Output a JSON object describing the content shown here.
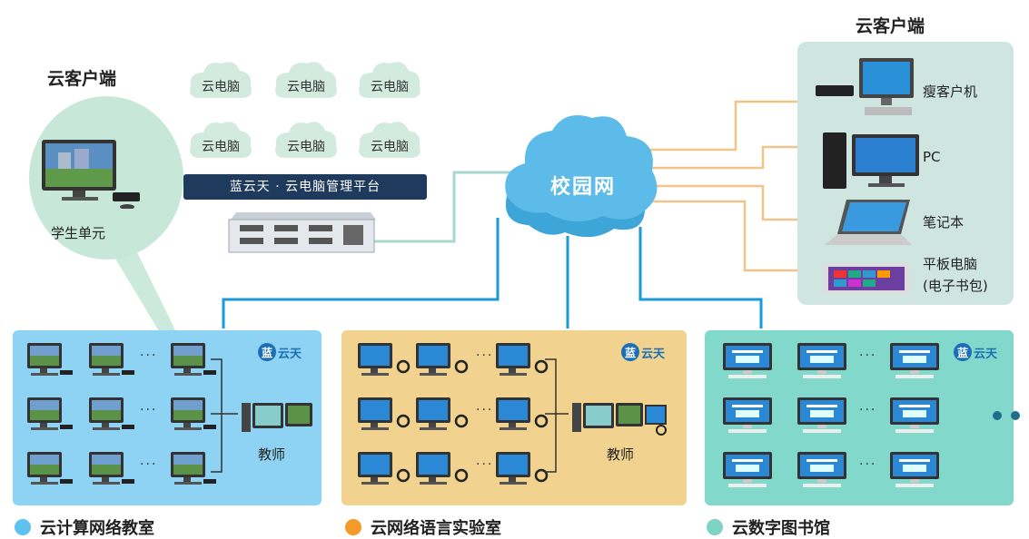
{
  "cloud_client_left": "云客户端",
  "cloud_client_right": "云客户端",
  "student_unit": "学生单元",
  "cloud_pcs": [
    "云电脑",
    "云电脑",
    "云电脑",
    "云电脑",
    "云电脑",
    "云电脑"
  ],
  "platform_label": "蓝云天 · 云电脑管理平台",
  "campus_network": "校园网",
  "devices": [
    "瘦客户机",
    "PC",
    "笔记本",
    "平板电脑",
    "(电子书包)"
  ],
  "teacher_label": "教师",
  "teacher_label_2": "教师",
  "brand_char": "蓝",
  "brand_text": "云天",
  "ellipsis": "···",
  "legend": [
    {
      "label": "云计算网络教室",
      "color": "#5fc2ee"
    },
    {
      "label": "云网络语言实验室",
      "color": "#f39a2b"
    },
    {
      "label": "云数字图书馆",
      "color": "#7fd3c4"
    }
  ],
  "colors": {
    "network_line": "#1a9ad6",
    "server_line": "#9fd4c8",
    "device_line": "#f2c48a",
    "cloud": "#5cbbe8"
  }
}
